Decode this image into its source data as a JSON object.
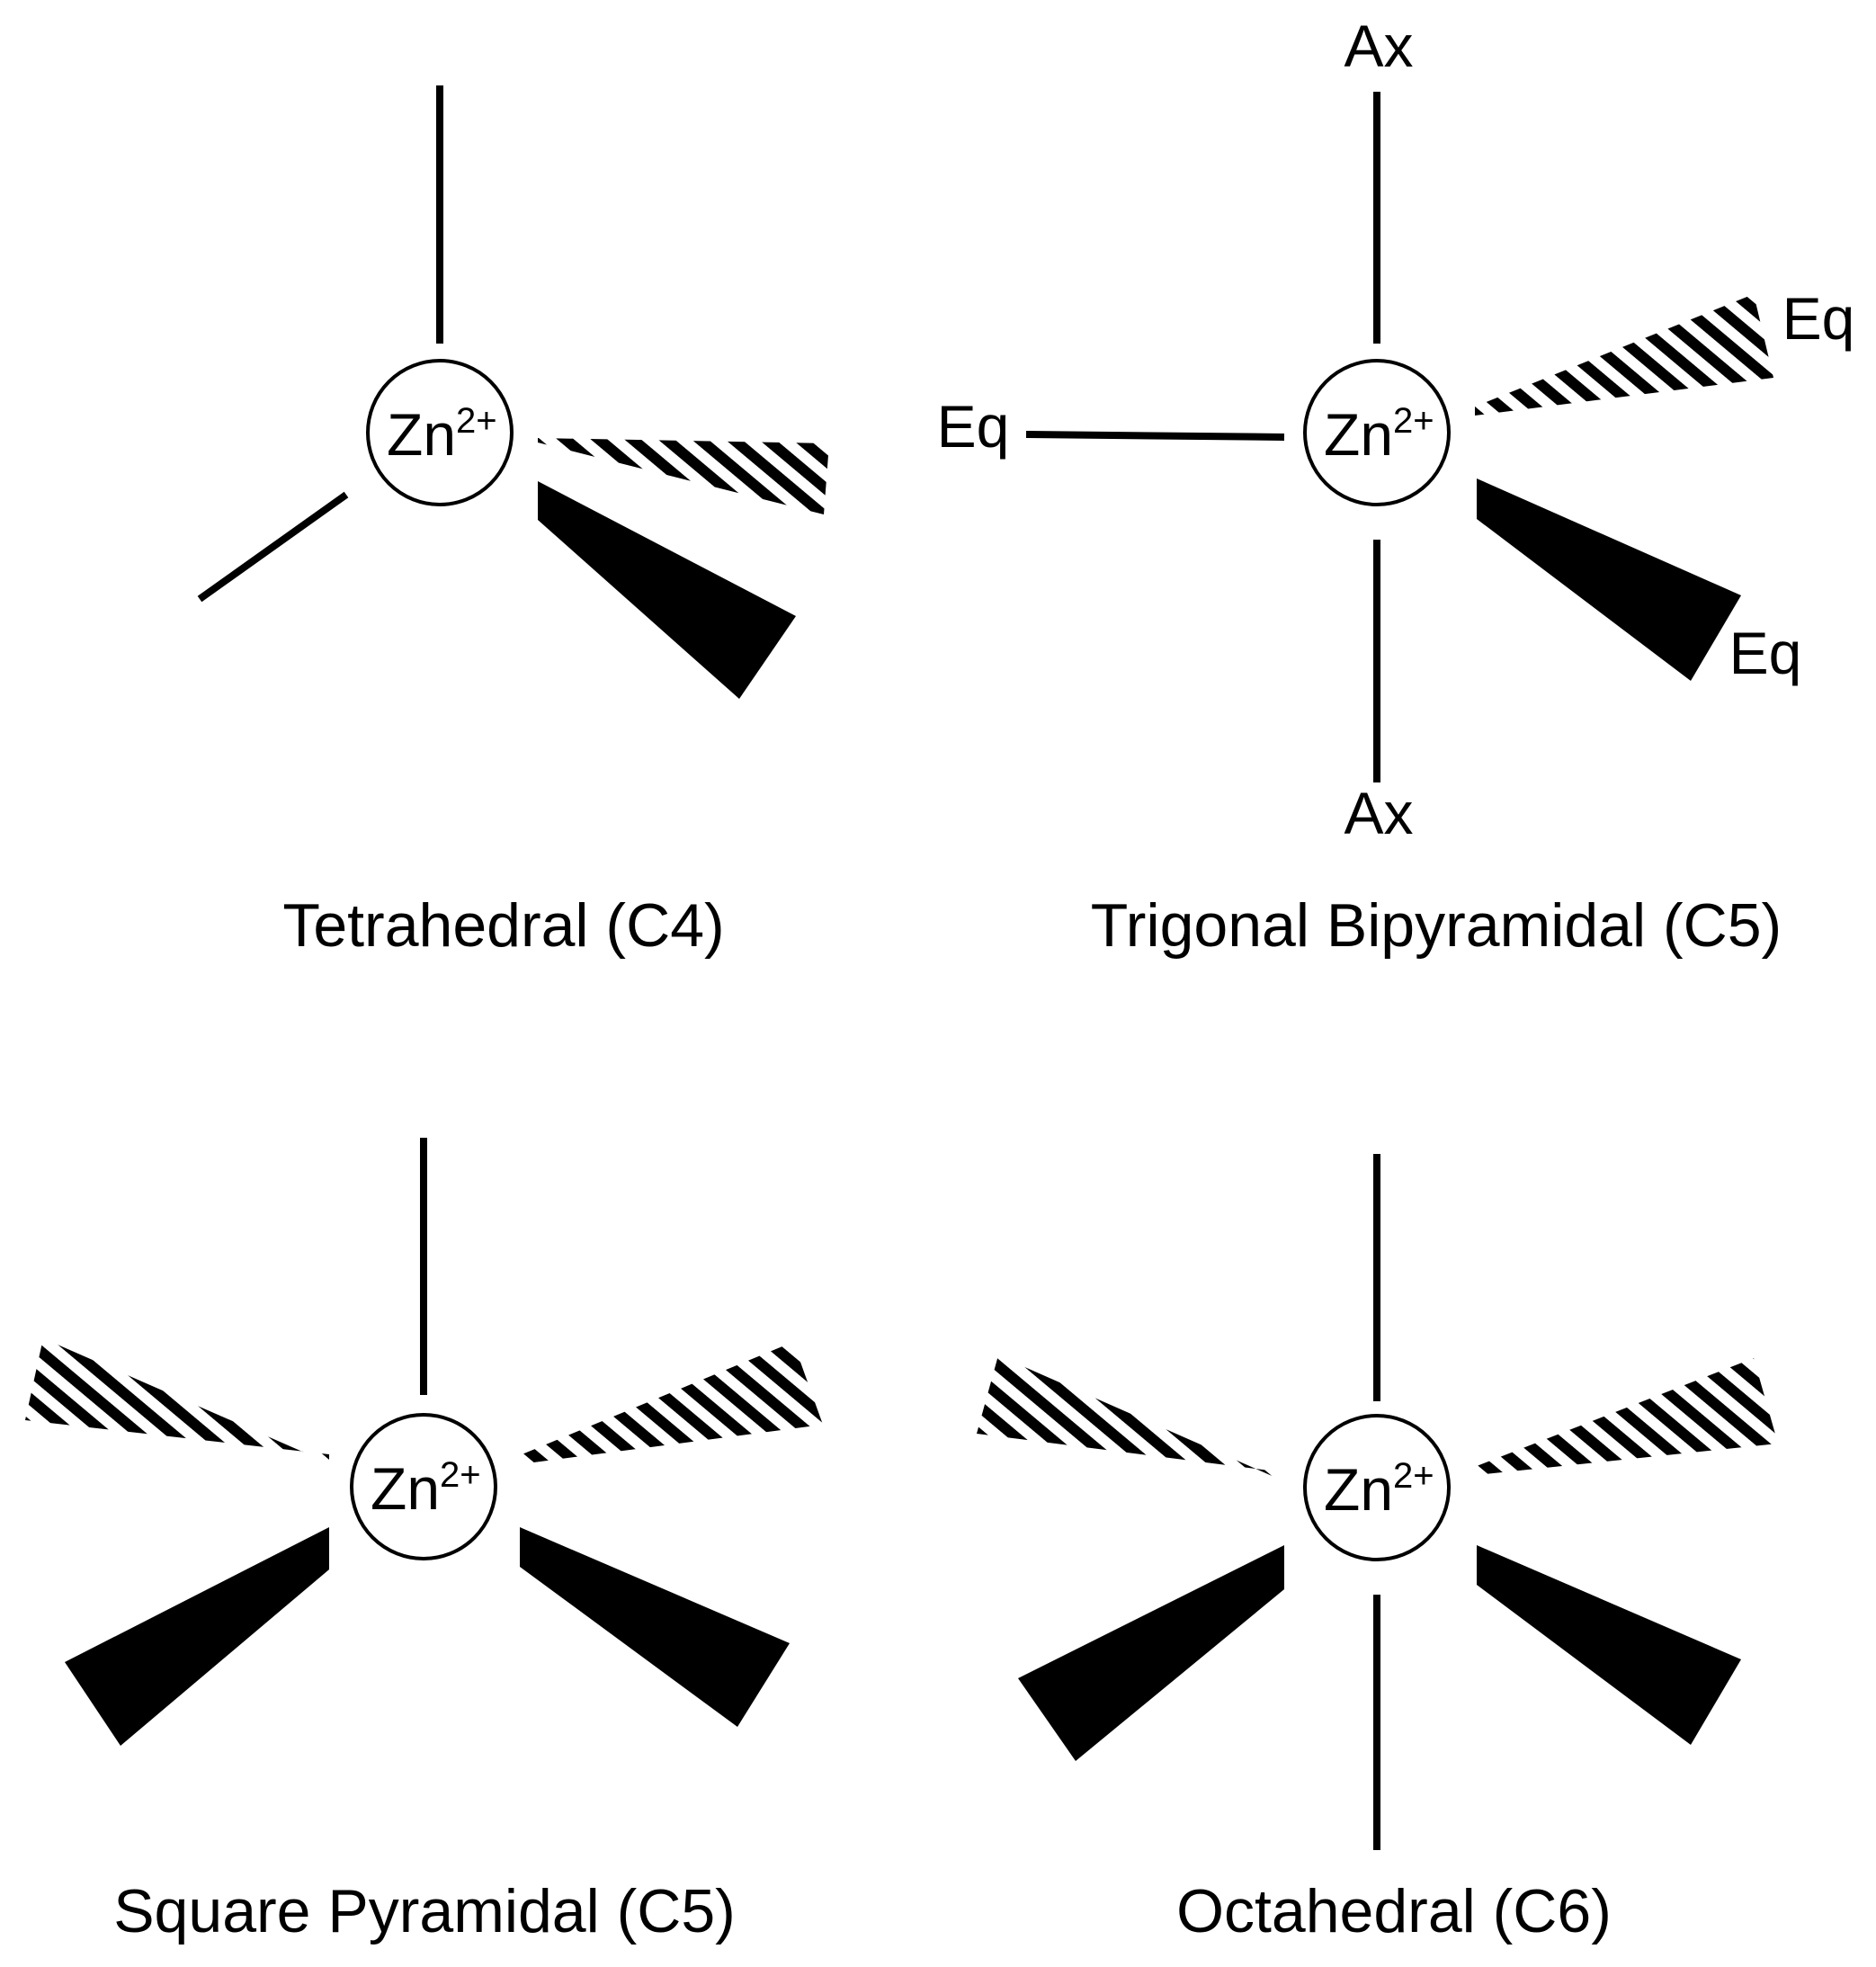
{
  "colors": {
    "ink": "#000000",
    "background": "#ffffff"
  },
  "atom": {
    "symbol": "Zn",
    "charge": "2+"
  },
  "panels": [
    {
      "caption": "Tetrahedral (C4)",
      "labels": []
    },
    {
      "caption": "Trigonal Bipyramidal (C5)",
      "labels": {
        "ax_top": "Ax",
        "ax_bottom": "Ax",
        "eq_left": "Eq",
        "eq_hashed": "Eq",
        "eq_wedge": "Eq"
      }
    },
    {
      "caption": "Square Pyramidal (C5)",
      "labels": []
    },
    {
      "caption": "Octahedral (C6)",
      "labels": []
    }
  ]
}
